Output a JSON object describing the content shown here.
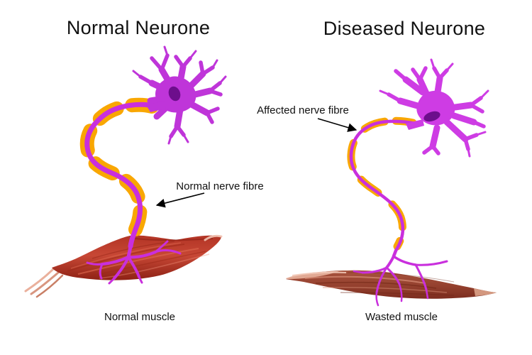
{
  "diagram": {
    "left": {
      "title": "Normal Neurone",
      "fibre_label": "Normal nerve fibre",
      "muscle_label": "Normal muscle"
    },
    "right": {
      "title": "Diseased Neurone",
      "fibre_label": "Affected nerve fibre",
      "muscle_label": "Wasted muscle"
    },
    "colors": {
      "background": "#ffffff",
      "neuron_body": "#bf35d9",
      "neuron_body_diseased": "#ce3ce4",
      "nucleus": "#6d0e8c",
      "axon": "#c92fdd",
      "myelin": "#f9a702",
      "muscle_red": "#c43b2a",
      "muscle_red_dark": "#8e2215",
      "muscle_wasted": "#a8543f",
      "muscle_wasted_dark": "#7c2d1f",
      "muscle_pale": "#e9b9a6",
      "text": "#111111"
    }
  }
}
